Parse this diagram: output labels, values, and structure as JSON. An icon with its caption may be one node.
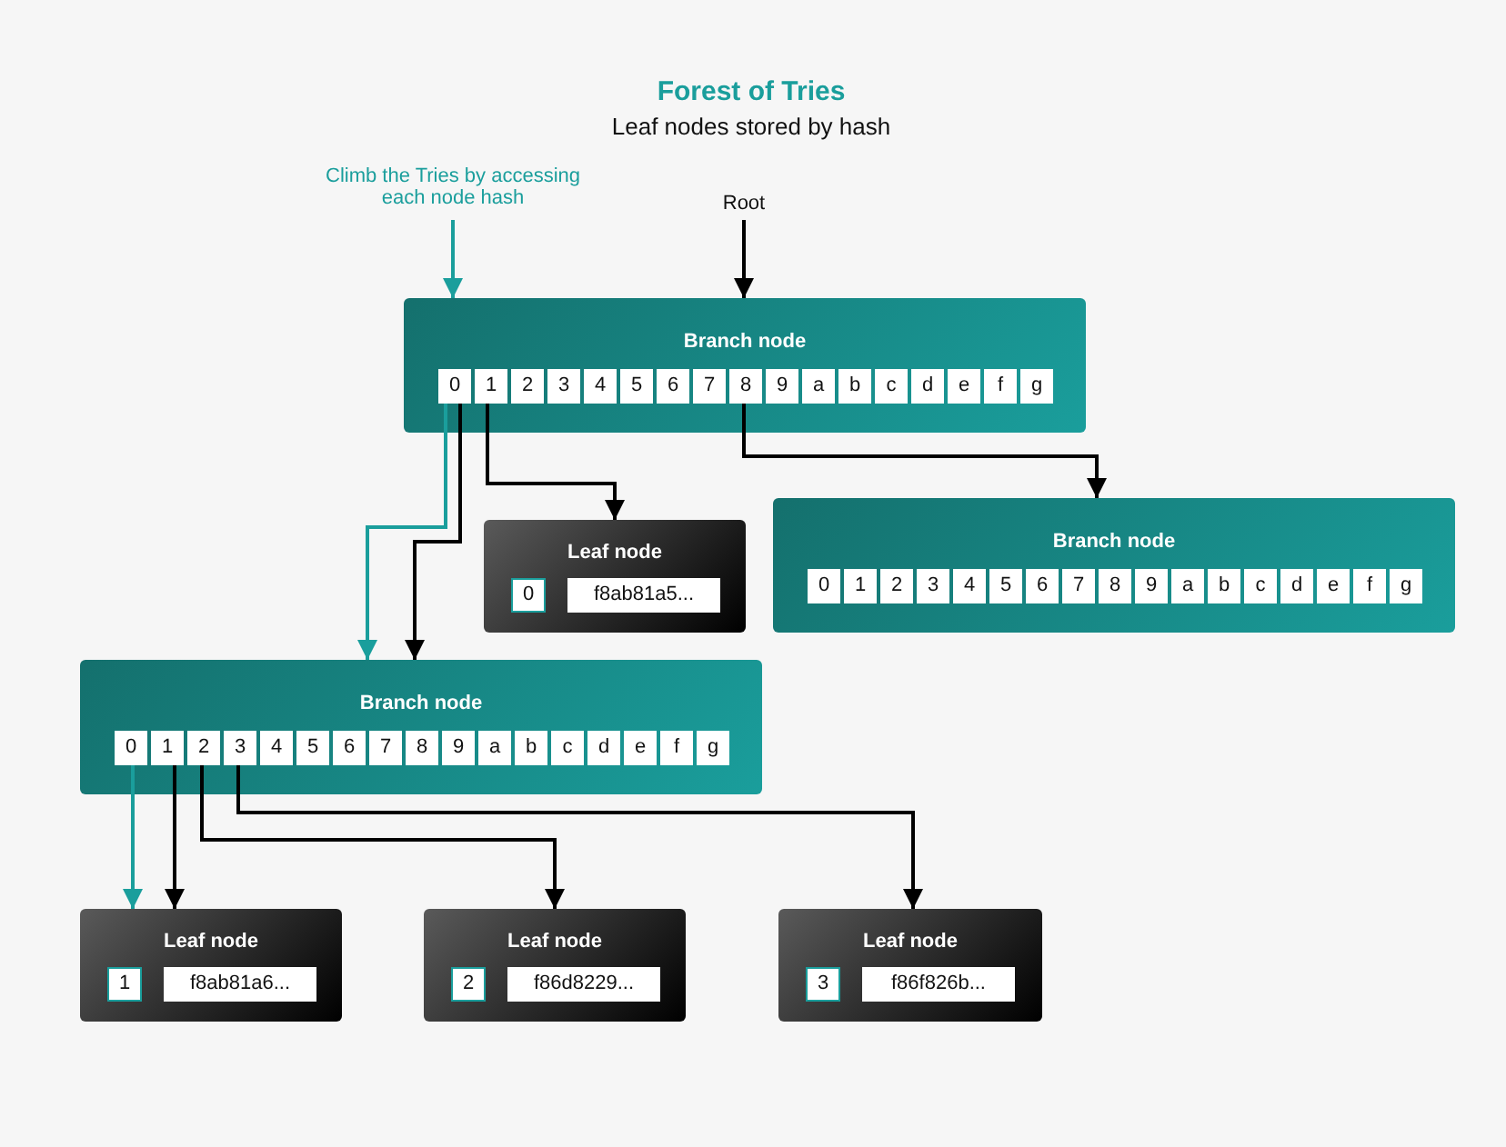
{
  "diagram": {
    "title": "Forest of Tries",
    "nodes": [
      {
        "text": [
          "Climb the Tries by accessing each node hash"
        ]
      },
      {
        "text": [
          "Root"
        ]
      },
      {
        "text": [
          "Branch node"
        ]
      },
      {
        "text": [
          "0"
        ],
        "in": 2
      },
      {
        "text": [
          "1"
        ],
        "in": 2
      },
      {
        "text": [
          "2"
        ],
        "in": 2
      },
      {
        "text": [
          "3"
        ],
        "in": 2
      },
      {
        "text": [
          "4"
        ],
        "in": 2
      },
      {
        "text": [
          "5"
        ],
        "in": 2
      },
      {
        "text": [
          "6"
        ],
        "in": 2
      },
      {
        "text": [
          "7"
        ],
        "in": 2
      },
      {
        "text": [
          "8"
        ],
        "in": 2
      },
      {
        "text": [
          "9"
        ],
        "in": 2
      },
      {
        "text": [
          "a"
        ],
        "in": 2
      },
      {
        "text": [
          "b"
        ],
        "in": 2
      },
      {
        "text": [
          "c"
        ],
        "in": 2
      },
      {
        "text": [
          "d"
        ],
        "in": 2
      },
      {
        "text": [
          "e"
        ],
        "in": 2
      },
      {
        "text": [
          "f"
        ],
        "in": 2
      },
      {
        "text": [
          "g"
        ],
        "in": 2
      },
      {
        "text": [
          "Leaf node",
          "0",
          "f8ab81a5..."
        ]
      },
      {
        "text": [
          "Branch node"
        ]
      },
      {
        "text": [
          "0"
        ],
        "in": 21
      },
      {
        "text": [
          "1"
        ],
        "in": 21
      },
      {
        "text": [
          "2"
        ],
        "in": 21
      },
      {
        "text": [
          "3"
        ],
        "in": 21
      },
      {
        "text": [
          "4"
        ],
        "in": 21
      },
      {
        "text": [
          "5"
        ],
        "in": 21
      },
      {
        "text": [
          "6"
        ],
        "in": 21
      },
      {
        "text": [
          "7"
        ],
        "in": 21
      },
      {
        "text": [
          "8"
        ],
        "in": 21
      },
      {
        "text": [
          "9"
        ],
        "in": 21
      },
      {
        "text": [
          "a"
        ],
        "in": 21
      },
      {
        "text": [
          "b"
        ],
        "in": 21
      },
      {
        "text": [
          "c"
        ],
        "in": 21
      },
      {
        "text": [
          "d"
        ],
        "in": 21
      },
      {
        "text": [
          "e"
        ],
        "in": 21
      },
      {
        "text": [
          "f"
        ],
        "in": 21
      },
      {
        "text": [
          "g"
        ],
        "in": 21
      },
      {
        "text": [
          "Branch node"
        ]
      },
      {
        "text": [
          "0"
        ],
        "in": 39
      },
      {
        "text": [
          "1"
        ],
        "in": 39
      },
      {
        "text": [
          "2"
        ],
        "in": 39
      },
      {
        "text": [
          "3"
        ],
        "in": 39
      },
      {
        "text": [
          "4"
        ],
        "in": 39
      },
      {
        "text": [
          "5"
        ],
        "in": 39
      },
      {
        "text": [
          "6"
        ],
        "in": 39
      },
      {
        "text": [
          "7"
        ],
        "in": 39
      },
      {
        "text": [
          "8"
        ],
        "in": 39
      },
      {
        "text": [
          "9"
        ],
        "in": 39
      },
      {
        "text": [
          "a"
        ],
        "in": 39
      },
      {
        "text": [
          "b"
        ],
        "in": 39
      },
      {
        "text": [
          "c"
        ],
        "in": 39
      },
      {
        "text": [
          "d"
        ],
        "in": 39
      },
      {
        "text": [
          "e"
        ],
        "in": 39
      },
      {
        "text": [
          "f"
        ],
        "in": 39
      },
      {
        "text": [
          "g"
        ],
        "in": 39
      },
      {
        "text": [
          "Leaf node",
          "1",
          "f8ab81a6..."
        ]
      },
      {
        "text": [
          "Leaf node",
          "2",
          "f86d8229..."
        ]
      },
      {
        "text": [
          "Leaf node",
          "3",
          "f86f826b..."
        ]
      }
    ],
    "edges": [
      {
        "from": 0,
        "to": 2,
        "arrow": "to",
        "color": "#1a9e9c"
      },
      {
        "from": 1,
        "to": 2,
        "arrow": "to"
      },
      {
        "from": 3,
        "to": 39,
        "arrow": "to",
        "color": "#1a9e9c"
      },
      {
        "from": 3,
        "to": 39,
        "arrow": "to"
      },
      {
        "from": 4,
        "to": 20,
        "arrow": "to"
      },
      {
        "from": 11,
        "to": 21,
        "arrow": "to"
      },
      {
        "from": 40,
        "to": 57,
        "arrow": "to",
        "color": "#1a9e9c"
      },
      {
        "from": 41,
        "to": 57,
        "arrow": "to"
      },
      {
        "from": 42,
        "to": 58,
        "arrow": "to"
      },
      {
        "from": 43,
        "to": 59,
        "arrow": "to"
      }
    ],
    "labels": [
      "Leaf nodes stored by hash"
    ]
  }
}
